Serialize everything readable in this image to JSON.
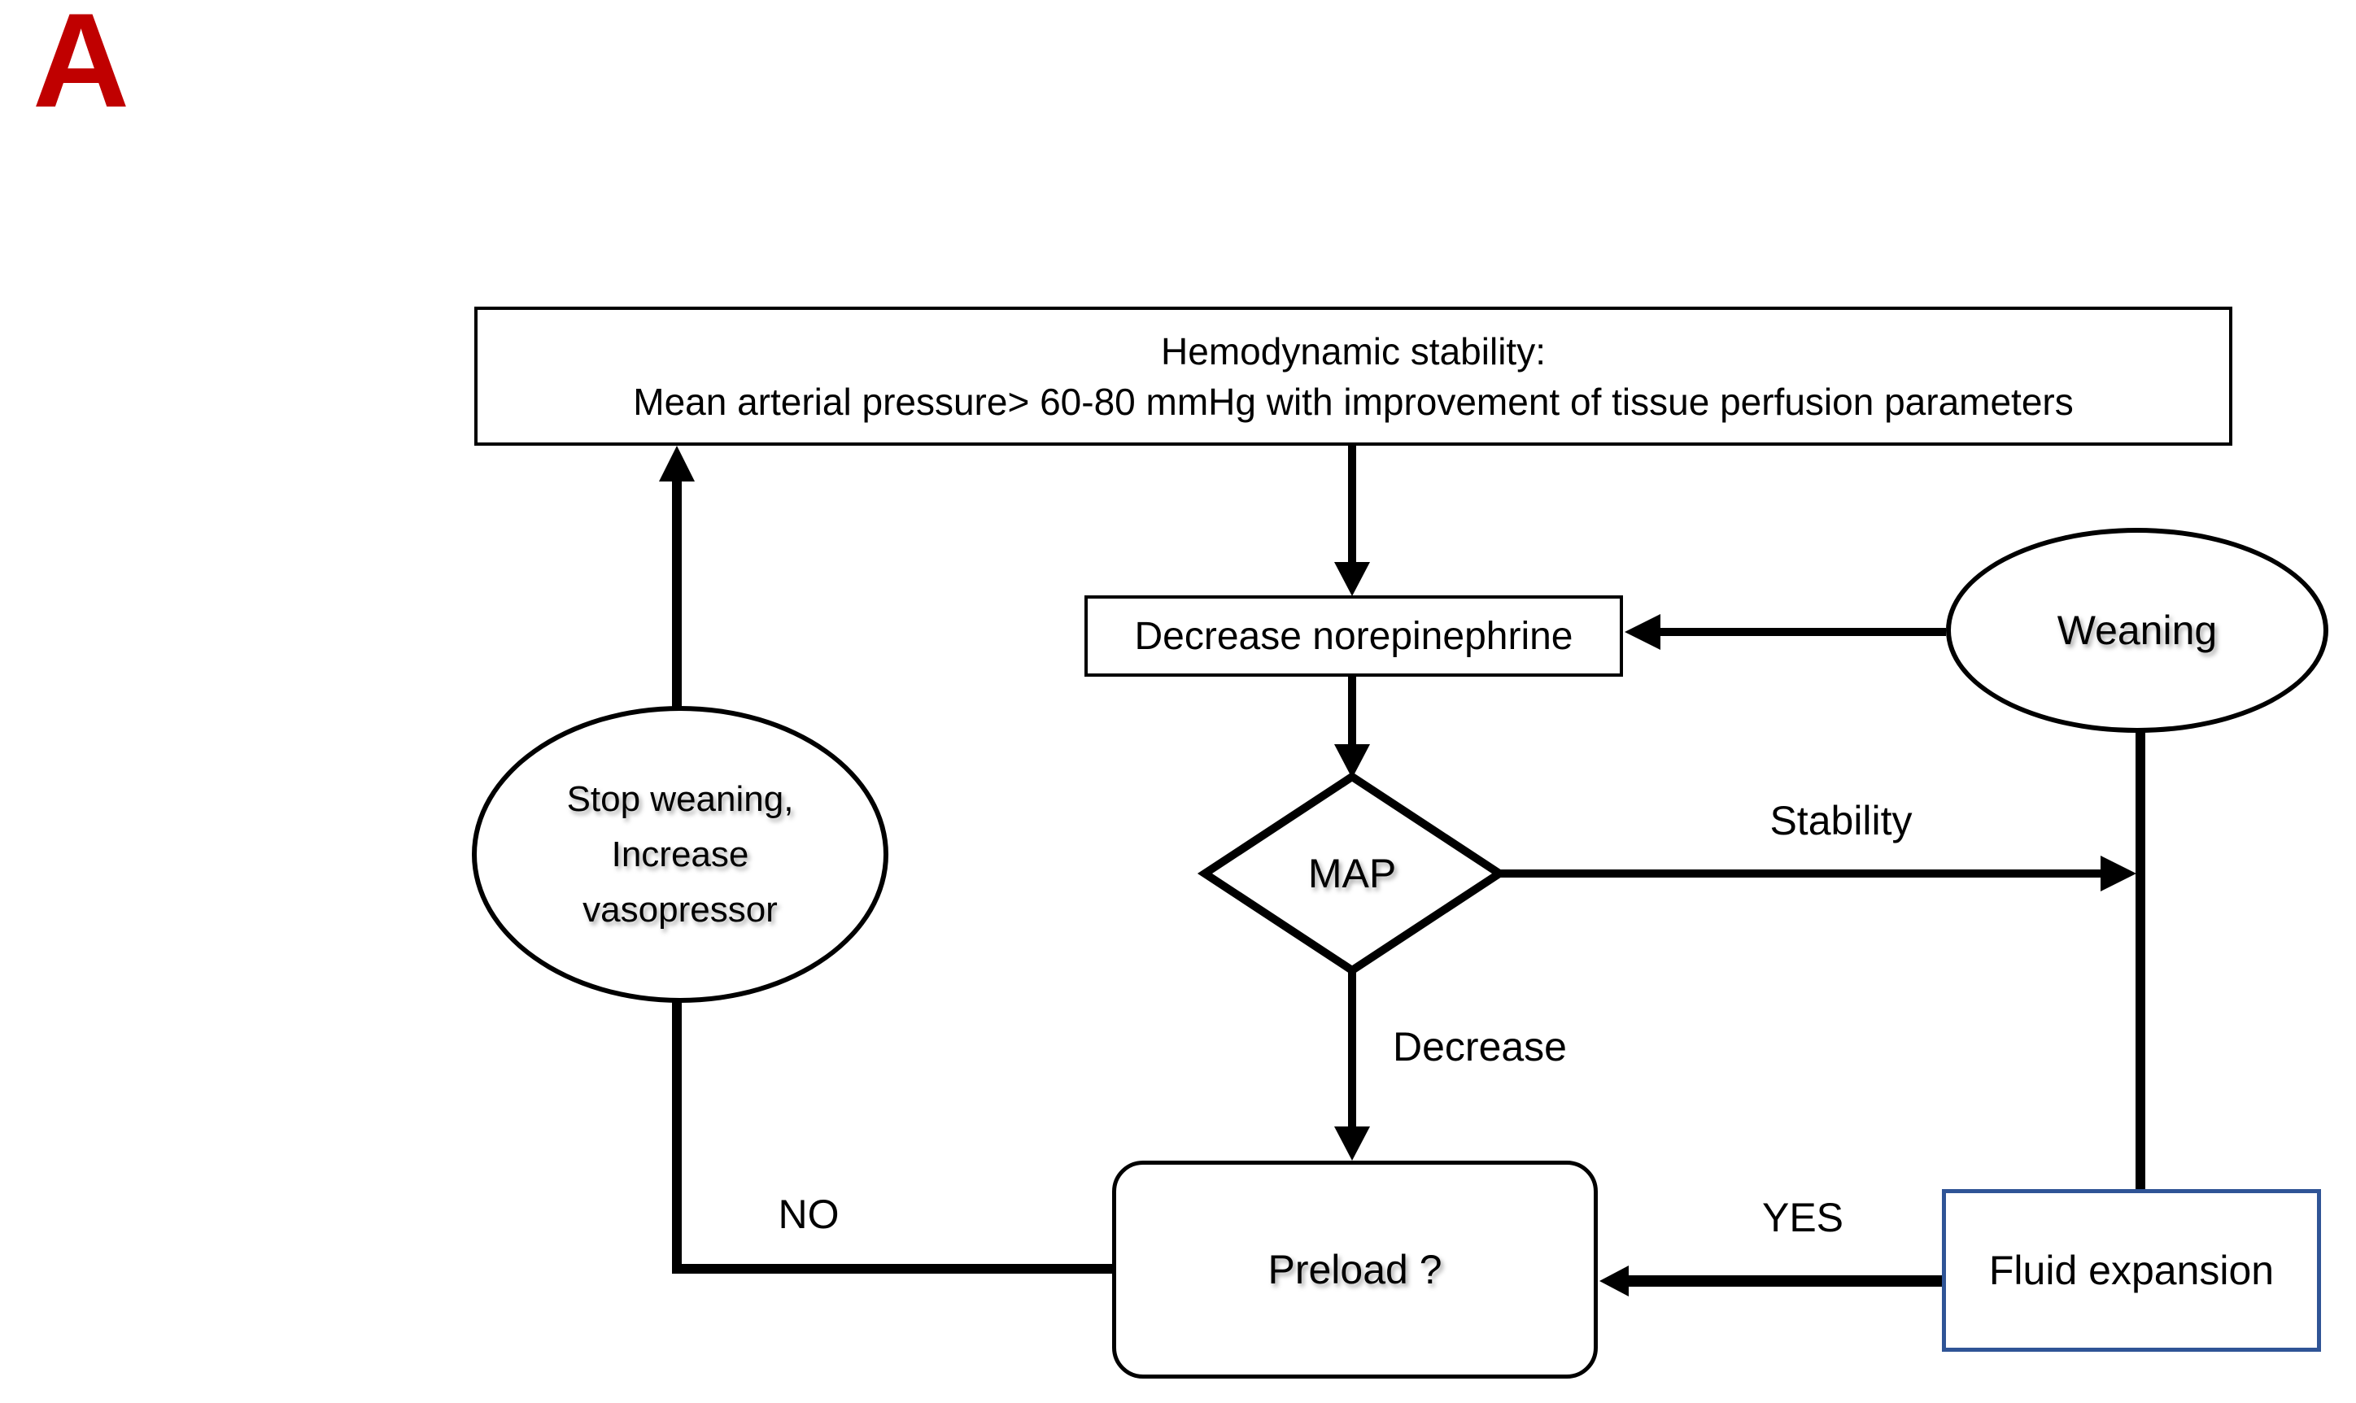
{
  "panel_label": "A",
  "colors": {
    "panel_label_red": "#C00000",
    "fluid_box_border_blue": "#2F5496",
    "line_black": "#000000"
  },
  "nodes": {
    "hemodynamic": {
      "line1": "Hemodynamic stability:",
      "line2": "Mean arterial pressure> 60-80 mmHg with improvement of tissue perfusion parameters"
    },
    "decrease_norepinephrine": {
      "label": "Decrease norepinephrine"
    },
    "map_decision": {
      "label": "MAP"
    },
    "weaning": {
      "label": "Weaning"
    },
    "stop_weaning": {
      "line1": "Stop weaning,",
      "line2": "Increase",
      "line3": "vasopressor"
    },
    "preload": {
      "label": "Preload ?"
    },
    "fluid_expansion": {
      "label": "Fluid expansion"
    }
  },
  "edge_labels": {
    "stability": "Stability",
    "decrease": "Decrease",
    "yes": "YES",
    "no": "NO"
  }
}
